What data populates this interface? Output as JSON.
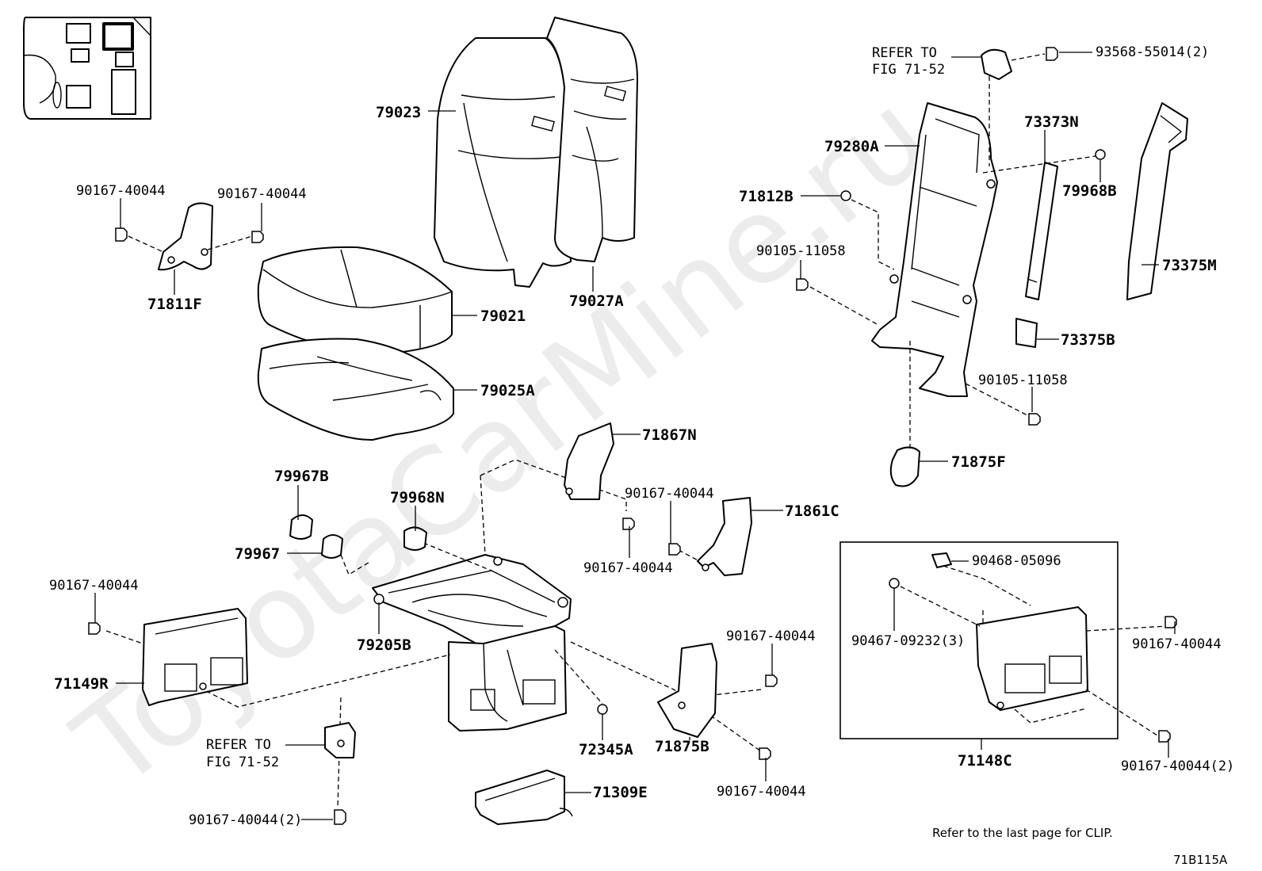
{
  "watermark": "ToyotaCarMine.ru",
  "footer_note": "Refer to the last page for CLIP.",
  "figure_code": "71B115A",
  "callouts": {
    "c79023": "79023",
    "c79027A": "79027A",
    "c79021": "79021",
    "c79025A": "79025A",
    "c71811F": "71811F",
    "c90167_40044_tl1": "90167-40044",
    "c90167_40044_tl2": "90167-40044",
    "ref1_line1": "REFER TO",
    "ref1_line2": "FIG 71-52",
    "c93568": "93568-55014(2)",
    "c79280A": "79280A",
    "c73373N": "73373N",
    "c79968B": "79968B",
    "c71812B": "71812B",
    "c90105_a": "90105-11058",
    "c73375M": "73375M",
    "c73375B": "73375B",
    "c90105_b": "90105-11058",
    "c71875F": "71875F",
    "c71867N": "71867N",
    "c79967B": "79967B",
    "c79968N": "79968N",
    "c79967": "79967",
    "c90167_mid1": "90167-40044",
    "c90167_mid2": "90167-40044",
    "c71861C": "71861C",
    "c90167_left": "90167-40044",
    "c71149R": "71149R",
    "c79205B": "79205B",
    "ref2_line1": "REFER TO",
    "ref2_line2": "FIG 71-52",
    "c90167_bot2": "90167-40044(2)",
    "c72345A": "72345A",
    "c71309E": "71309E",
    "c71875B": "71875B",
    "c90167_b1": "90167-40044",
    "c90167_b2": "90167-40044",
    "c90468": "90468-05096",
    "c90467": "90467-09232(3)",
    "c90167_r1": "90167-40044",
    "c71148C": "71148C",
    "c90167_r2": "90167-40044(2)"
  }
}
